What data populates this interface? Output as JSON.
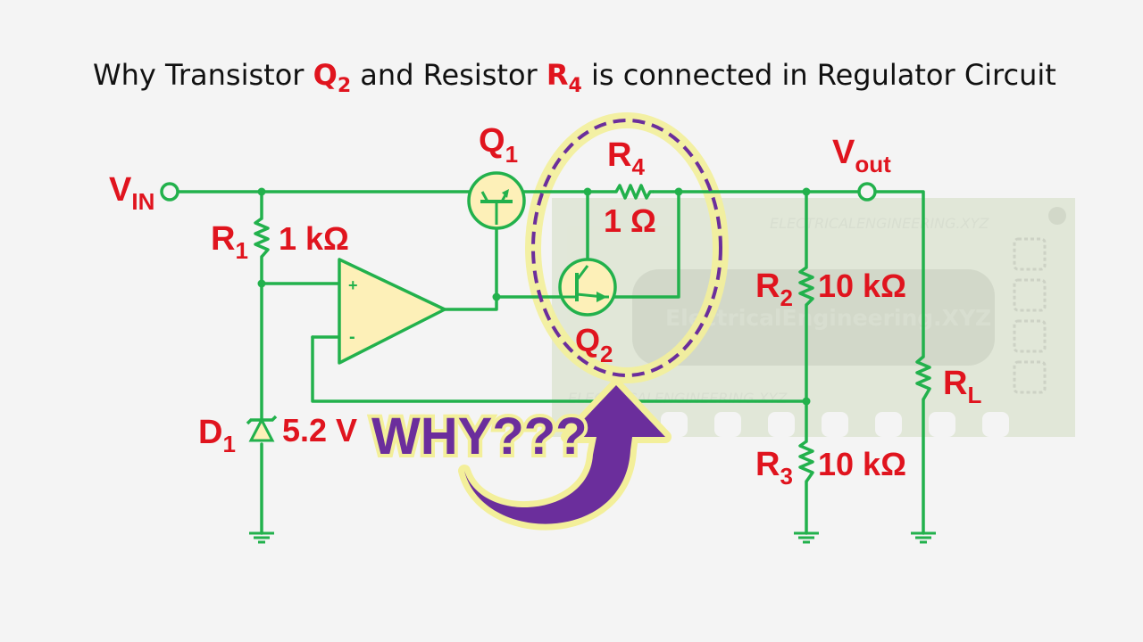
{
  "title": {
    "part1": "Why Transistor ",
    "q2_main": "Q",
    "q2_sub": "2",
    "part2": " and Resistor ",
    "r4_main": "R",
    "r4_sub": "4",
    "part3": " is connected in Regulator Circuit"
  },
  "labels": {
    "vin": {
      "main": "V",
      "sub": "IN"
    },
    "vout": {
      "main": "V",
      "sub": "out"
    },
    "r1": {
      "main": "R",
      "sub": "1",
      "value": "1 kΩ"
    },
    "r2": {
      "main": "R",
      "sub": "2",
      "value": "10 kΩ"
    },
    "r3": {
      "main": "R",
      "sub": "3",
      "value": "10 kΩ"
    },
    "r4": {
      "main": "R",
      "sub": "4",
      "value": "1 Ω"
    },
    "rl": {
      "main": "R",
      "sub": "L"
    },
    "q1": {
      "main": "Q",
      "sub": "1"
    },
    "q2": {
      "main": "Q",
      "sub": "2"
    },
    "d1": {
      "main": "D",
      "sub": "1",
      "value": "5.2 V"
    },
    "opamp_plus": "+",
    "opamp_minus": "-"
  },
  "why_text": "WHY???",
  "watermark": {
    "main": "ElectricalEngineering.XYZ",
    "top": "ELECTRICALENGINEERING.XYZ",
    "bottom": "ELECTRICALENGINEERING.XYZ"
  },
  "colors": {
    "wire": "#22b14c",
    "label": "#e0141e",
    "component_fill": "#fdf0b8",
    "highlight_glow": "#f3ef9a",
    "highlight_dash": "#6b2e9c",
    "arrow": "#6b2e9c"
  }
}
